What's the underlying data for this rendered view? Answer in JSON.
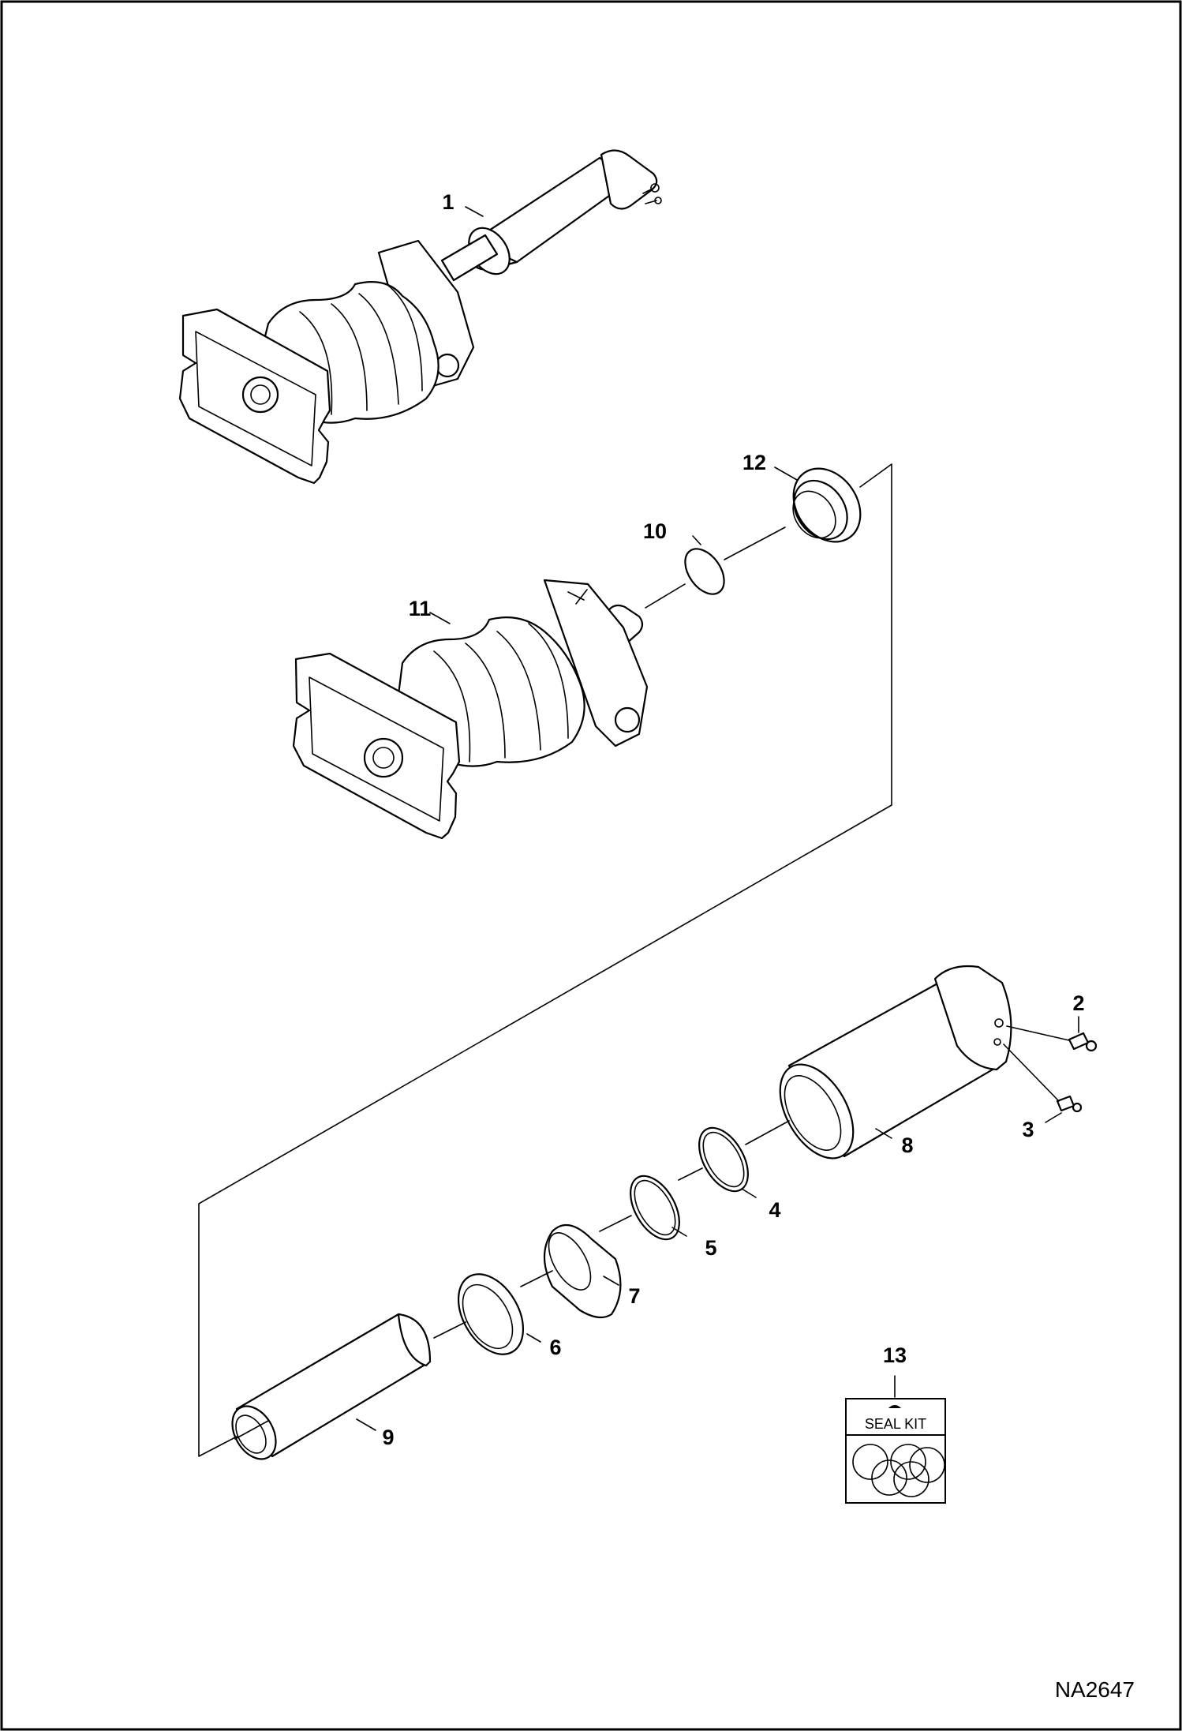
{
  "drawing_id": "NA2647",
  "callouts": {
    "c1": "1",
    "c2": "2",
    "c3": "3",
    "c4": "4",
    "c5": "5",
    "c6": "6",
    "c7": "7",
    "c8": "8",
    "c9": "9",
    "c10": "10",
    "c11": "11",
    "c12": "12",
    "c13": "13"
  },
  "seal_kit_label": "SEAL KIT"
}
